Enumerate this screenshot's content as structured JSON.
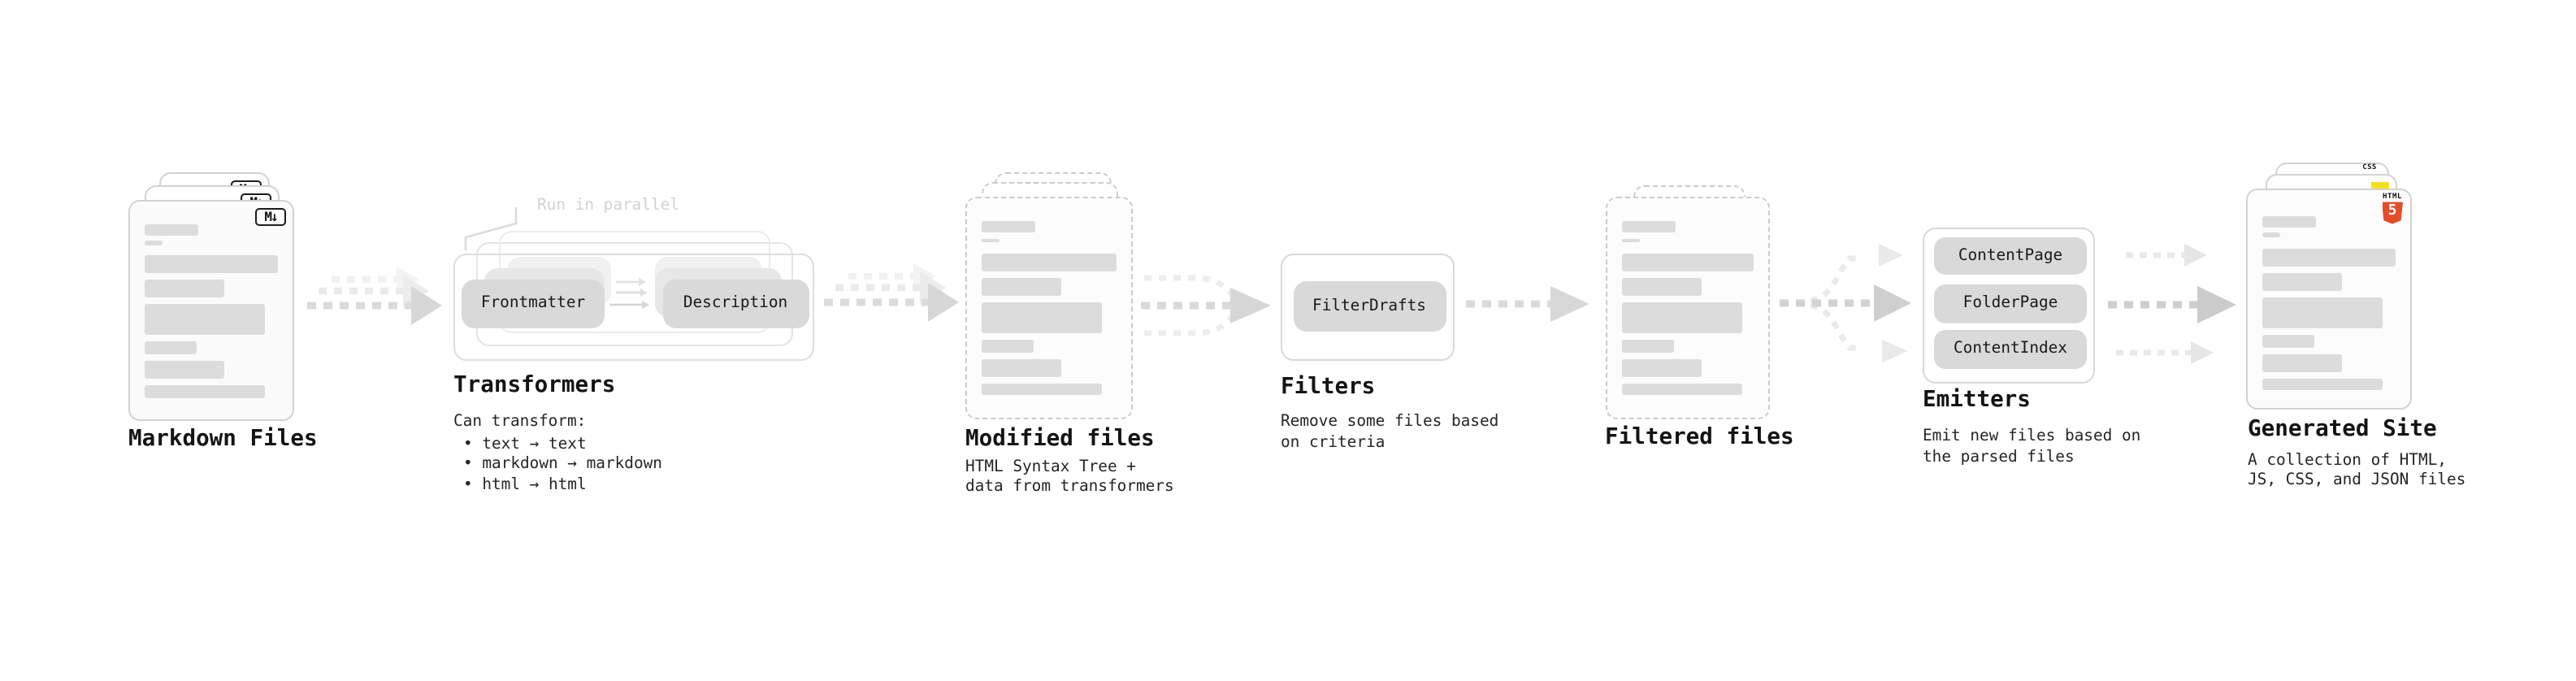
{
  "stages": [
    {
      "id": "markdown-files",
      "label": "Markdown Files",
      "badge": "M↓"
    },
    {
      "id": "transformers",
      "label": "Transformers",
      "callout": "Run in parallel",
      "pills": [
        "Frontmatter",
        "Description"
      ],
      "caption_title": "Can transform:",
      "bullets": [
        "• text → text",
        "• markdown → markdown",
        "• html → html"
      ]
    },
    {
      "id": "modified-files",
      "label": "Modified files",
      "caption": "HTML Syntax Tree +\ndata from transformers"
    },
    {
      "id": "filters",
      "label": "Filters",
      "pills": [
        "FilterDrafts"
      ],
      "caption": "Remove some files based\non criteria"
    },
    {
      "id": "filtered-files",
      "label": "Filtered files"
    },
    {
      "id": "emitters",
      "label": "Emitters",
      "pills": [
        "ContentPage",
        "FolderPage",
        "ContentIndex"
      ],
      "caption": "Emit new files based on\nthe parsed files"
    },
    {
      "id": "generated-site",
      "label": "Generated Site",
      "caption": "A collection of HTML,\nJS, CSS, and JSON files",
      "file_badges": {
        "css": "CSS",
        "html_label": "HTML",
        "html_number": "5"
      }
    }
  ],
  "colors": {
    "skeleton": "#dcdcdc",
    "card_border": "#d2d2d2",
    "pill_bg": "#d9d9d9",
    "arrow": "#d7d7d7",
    "text": "#161616",
    "muted_callout": "#d2d2d2",
    "html5_orange": "#e44d26",
    "js_yellow": "#f7df1e",
    "css_blue": "#2760e6"
  }
}
